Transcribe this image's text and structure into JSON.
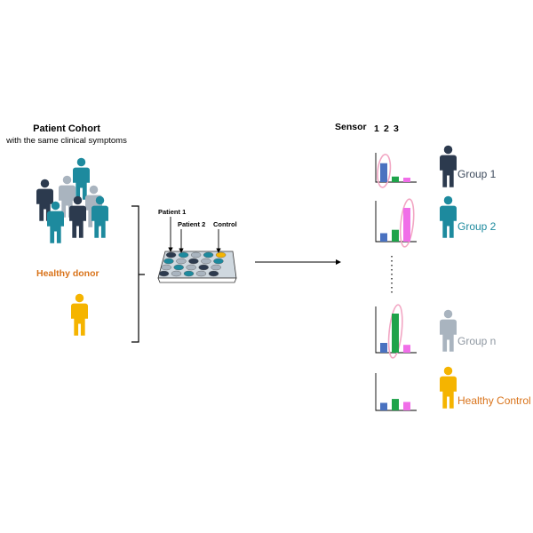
{
  "colors": {
    "navy": "#2c3a4e",
    "teal": "#1d8a9e",
    "grey": "#a9b4bf",
    "yellow": "#f5b400",
    "orange": "#d9731a",
    "bar_blue": "#4a72c0",
    "bar_green": "#1fa34a",
    "bar_magenta": "#f06ee8",
    "highlight_pink": "#f2a7c4"
  },
  "cohort": {
    "title": "Patient Cohort",
    "subtitle": "with the same clinical symptoms",
    "healthy_label": "Healthy donor"
  },
  "plate": {
    "patient1": "Patient 1",
    "patient2": "Patient 2",
    "control": "Control"
  },
  "sensor": {
    "label": "Sensor",
    "numbers": [
      "1",
      "2",
      "3"
    ]
  },
  "groups": [
    {
      "label": "Group 1",
      "icon": "person-icon",
      "color": "#2c3a4e",
      "label_color": "#3d4a5c",
      "bars": [
        0.85,
        0.25,
        0.2
      ],
      "highlight": 0
    },
    {
      "label": "Group 2",
      "icon": "person-icon",
      "color": "#1d8a9e",
      "label_color": "#1d8a9e",
      "bars": [
        0.25,
        0.35,
        1.0
      ],
      "highlight": 2
    },
    {
      "label": "Group n",
      "icon": "person-icon",
      "color": "#a9b4bf",
      "label_color": "#8d96a0",
      "bars": [
        0.25,
        1.0,
        0.2
      ],
      "highlight": 1
    },
    {
      "label": "Healthy Control",
      "icon": "person-icon",
      "color": "#f5b400",
      "label_color": "#d9731a",
      "bars": [
        0.25,
        0.38,
        0.28
      ],
      "highlight": null
    }
  ]
}
